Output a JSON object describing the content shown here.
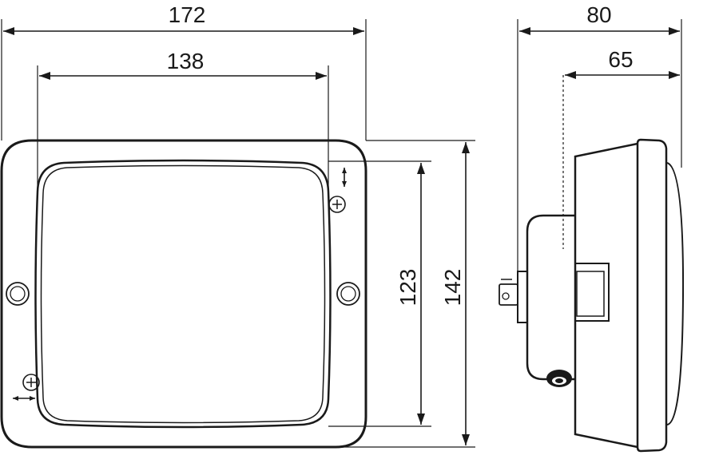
{
  "dimensions": {
    "overall_width": "172",
    "inner_width": "138",
    "inner_height": "123",
    "overall_height": "142",
    "side_total_depth": "80",
    "side_body_depth": "65"
  },
  "icons": {
    "adjust_vertical": "double-arrow-vertical-icon",
    "adjust_horizontal": "double-arrow-horizontal-icon",
    "screw": "screw-head-icon",
    "mount_hole": "mounting-hole-icon"
  }
}
